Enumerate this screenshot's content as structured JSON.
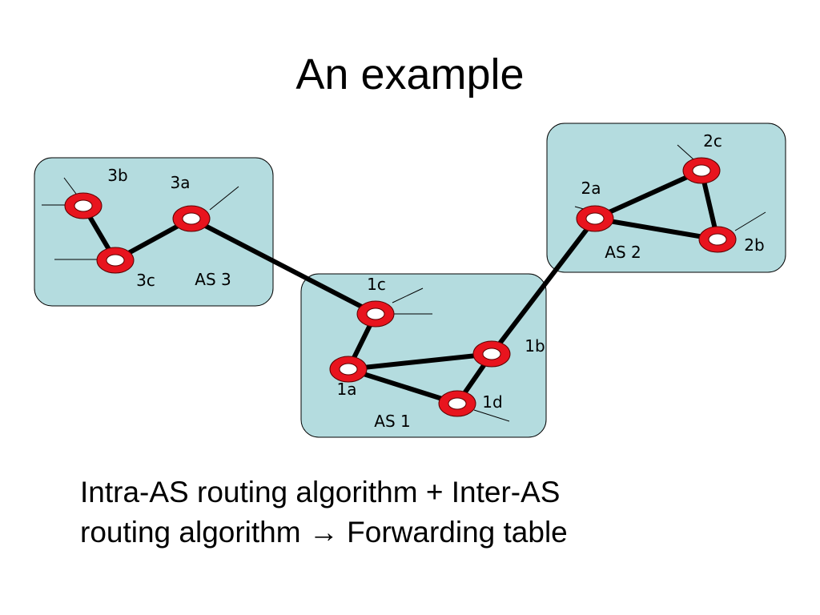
{
  "title": "An example",
  "diagram": {
    "colors": {
      "as_fill": "#b4dcdf",
      "as_stroke": "#000000",
      "router_ring": "#e8141e",
      "router_hole": "#ffffff",
      "link": "#000000"
    },
    "autonomous_systems": [
      {
        "id": "as3",
        "label": "AS 3"
      },
      {
        "id": "as2",
        "label": "AS 2"
      },
      {
        "id": "as1",
        "label": "AS 1"
      }
    ],
    "routers": [
      {
        "id": "3b",
        "label": "3b"
      },
      {
        "id": "3a",
        "label": "3a"
      },
      {
        "id": "3c",
        "label": "3c"
      },
      {
        "id": "2c",
        "label": "2c"
      },
      {
        "id": "2a",
        "label": "2a"
      },
      {
        "id": "2b",
        "label": "2b"
      },
      {
        "id": "1c",
        "label": "1c"
      },
      {
        "id": "1b",
        "label": "1b"
      },
      {
        "id": "1a",
        "label": "1a"
      },
      {
        "id": "1d",
        "label": "1d"
      }
    ],
    "links": [
      [
        "3b",
        "3c"
      ],
      [
        "3c",
        "3a"
      ],
      [
        "3a",
        "1c"
      ],
      [
        "1c",
        "1a"
      ],
      [
        "1a",
        "1b"
      ],
      [
        "1a",
        "1d"
      ],
      [
        "1d",
        "1b"
      ],
      [
        "1b",
        "2a"
      ],
      [
        "2a",
        "2c"
      ],
      [
        "2a",
        "2b"
      ],
      [
        "2c",
        "2b"
      ]
    ]
  },
  "caption": {
    "line1": "Intra-AS routing algorithm + Inter-AS",
    "line2_before": "routing algorithm",
    "arrow": "→",
    "line2_after": "Forwarding table"
  }
}
